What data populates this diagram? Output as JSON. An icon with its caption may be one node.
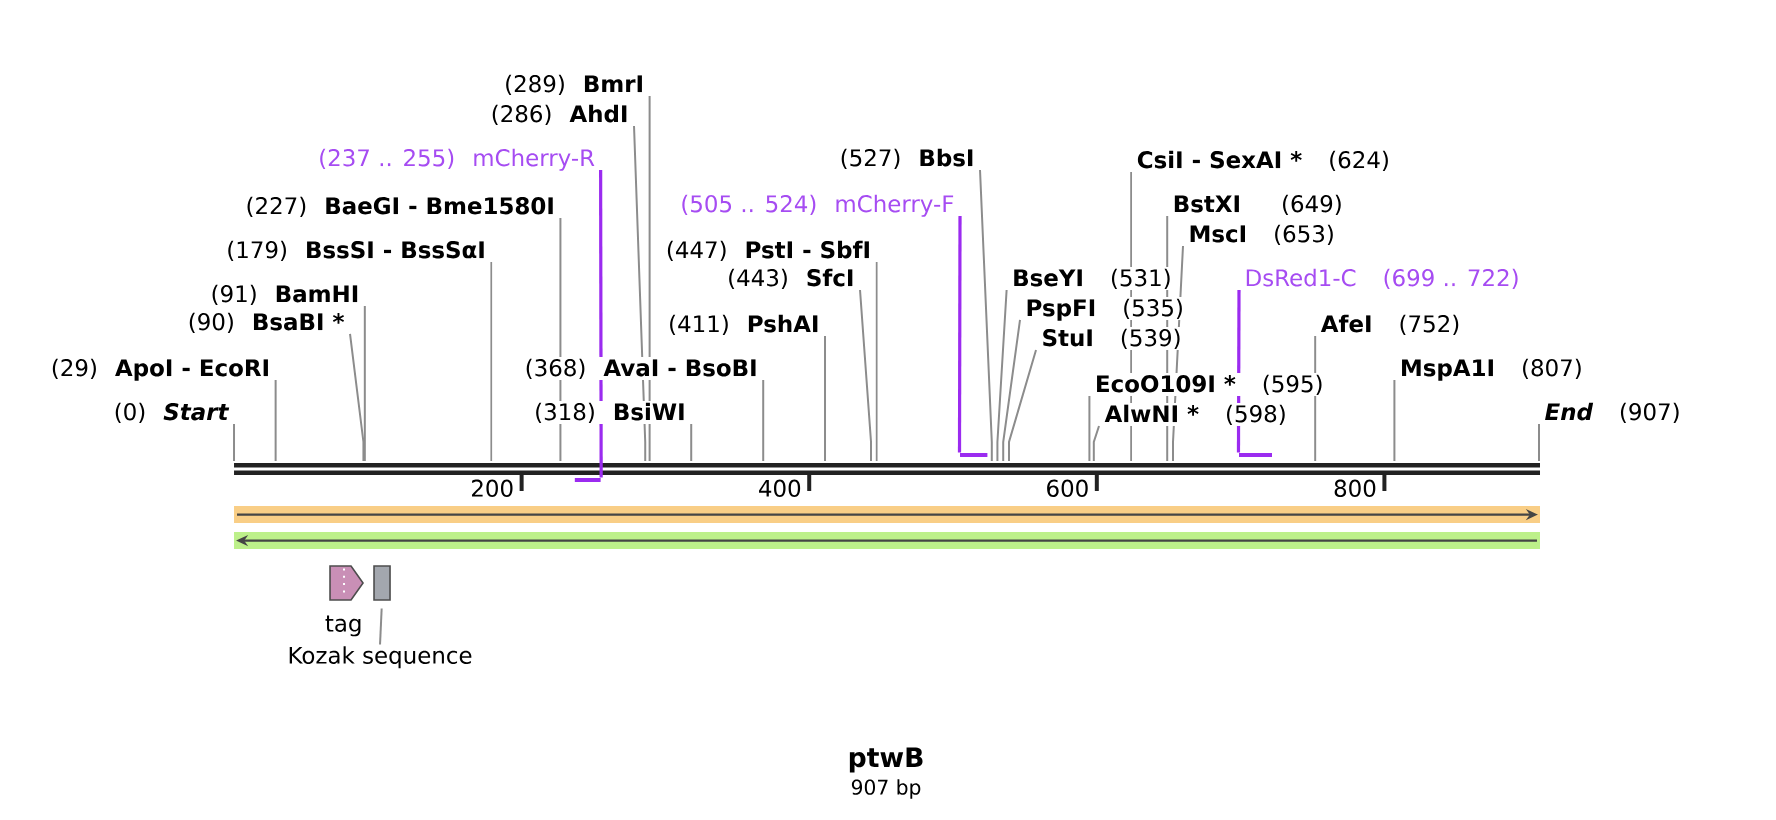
{
  "diagram": {
    "title": "ptwB",
    "caption": "907 bp",
    "nodes": [
      {
        "text": [
          "(289)",
          "BmrI"
        ]
      },
      {
        "text": [
          "(286)",
          "AhdI"
        ]
      },
      {
        "text": [
          "(237 .. 255)",
          "mCherry-R"
        ]
      },
      {
        "text": [
          "(527)",
          "BbsI"
        ]
      },
      {
        "text": [
          "CsiI - SexAI *",
          "(624)"
        ]
      },
      {
        "text": [
          "(227)",
          "BaeGI - Bme1580I"
        ]
      },
      {
        "text": [
          "(505 .. 524)",
          "mCherry-F"
        ]
      },
      {
        "text": [
          "BstXI",
          "(649)"
        ]
      },
      {
        "text": [
          "MscI",
          "(653)"
        ]
      },
      {
        "text": [
          "(179)",
          "BssSI - BssSαI"
        ]
      },
      {
        "text": [
          "(447)",
          "PstI - SbfI"
        ]
      },
      {
        "text": [
          "DsRed1-C",
          "(699 .. 722)"
        ]
      },
      {
        "text": [
          "(443)",
          "SfcI"
        ]
      },
      {
        "text": [
          "BseYI",
          "(531)"
        ]
      },
      {
        "text": [
          "(91)",
          "BamHI"
        ]
      },
      {
        "text": [
          "PspFI",
          "(535)"
        ]
      },
      {
        "text": [
          "(90)",
          "BsaBI *"
        ]
      },
      {
        "text": [
          "(411)",
          "PshAI"
        ]
      },
      {
        "text": [
          "AfeI",
          "(752)"
        ]
      },
      {
        "text": [
          "StuI",
          "(539)"
        ]
      },
      {
        "text": [
          "(29)",
          "ApoI - EcoRI"
        ]
      },
      {
        "text": [
          "(368)",
          "AvaI - BsoBI"
        ]
      },
      {
        "text": [
          "MspA1I",
          "(807)"
        ]
      },
      {
        "text": [
          "EcoO109I *",
          "(595)"
        ]
      },
      {
        "text": [
          "(0)",
          "Start"
        ]
      },
      {
        "text": [
          "(318)",
          "BsiWI"
        ]
      },
      {
        "text": [
          "AlwNI *",
          "(598)"
        ]
      },
      {
        "text": [
          "End",
          "(907)"
        ]
      },
      {
        "text": [],
        "shape": "bar"
      },
      {
        "text": [],
        "shape": "bar"
      },
      {
        "text": [],
        "shape": "bar"
      },
      {
        "text": [],
        "shape": "bar"
      },
      {
        "text": [],
        "shape": "arrow",
        "beside": [
          "tag"
        ]
      },
      {
        "text": [],
        "shape": "box"
      },
      {
        "text": [
          "Kozak sequence"
        ]
      }
    ],
    "edges": [
      {
        "from": 0,
        "to": 28,
        "arrow": "none"
      },
      {
        "from": 1,
        "to": 28,
        "arrow": "none"
      },
      {
        "from": 2,
        "to": 29,
        "arrow": "none",
        "color": "#9b2bf0"
      },
      {
        "from": 3,
        "to": 28,
        "arrow": "none"
      },
      {
        "from": 4,
        "to": 28,
        "arrow": "none"
      },
      {
        "from": 5,
        "to": 28,
        "arrow": "none"
      },
      {
        "from": 6,
        "to": 30,
        "arrow": "none",
        "color": "#9b2bf0"
      },
      {
        "from": 7,
        "to": 28,
        "arrow": "none"
      },
      {
        "from": 8,
        "to": 28,
        "arrow": "none"
      },
      {
        "from": 9,
        "to": 28,
        "arrow": "none"
      },
      {
        "from": 10,
        "to": 28,
        "arrow": "none"
      },
      {
        "from": 11,
        "to": 31,
        "arrow": "none",
        "color": "#9b2bf0"
      },
      {
        "from": 12,
        "to": 28,
        "arrow": "none"
      },
      {
        "from": 13,
        "to": 28,
        "arrow": "none"
      },
      {
        "from": 14,
        "to": 28,
        "arrow": "none"
      },
      {
        "from": 15,
        "to": 28,
        "arrow": "none"
      },
      {
        "from": 16,
        "to": 28,
        "arrow": "none"
      },
      {
        "from": 17,
        "to": 28,
        "arrow": "none"
      },
      {
        "from": 18,
        "to": 28,
        "arrow": "none"
      },
      {
        "from": 19,
        "to": 28,
        "arrow": "none"
      },
      {
        "from": 20,
        "to": 28,
        "arrow": "none"
      },
      {
        "from": 21,
        "to": 28,
        "arrow": "none"
      },
      {
        "from": 22,
        "to": 28,
        "arrow": "none"
      },
      {
        "from": 23,
        "to": 28,
        "arrow": "none"
      },
      {
        "from": 24,
        "to": 28,
        "arrow": "none"
      },
      {
        "from": 25,
        "to": 28,
        "arrow": "none"
      },
      {
        "from": 26,
        "to": 28,
        "arrow": "none"
      },
      {
        "from": 27,
        "to": 28,
        "arrow": "none"
      },
      {
        "from": 34,
        "to": 33,
        "arrow": "none"
      }
    ],
    "labels": [
      "200",
      "400",
      "600",
      "800"
    ]
  }
}
